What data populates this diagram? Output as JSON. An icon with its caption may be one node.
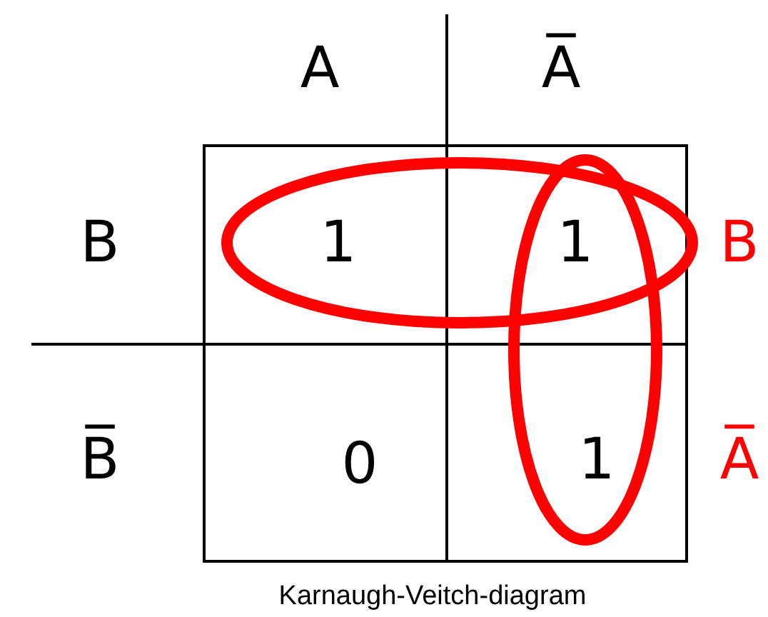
{
  "diagram": {
    "caption": "Karnaugh-Veitch-diagram",
    "labels": [
      "A",
      "A̅",
      "B",
      "1",
      "1",
      "B",
      "B̅",
      "0",
      "1",
      "A̅"
    ]
  }
}
